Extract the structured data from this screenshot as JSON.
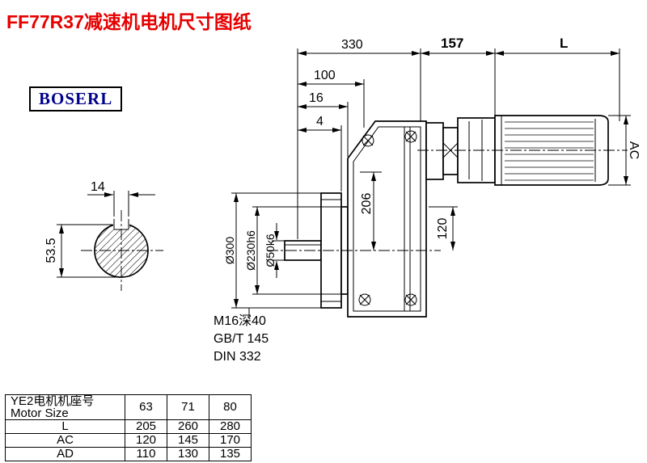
{
  "title": "FF77R37减速机电机尺寸图纸",
  "logo": "BOSERL",
  "drawing": {
    "dims": {
      "len_330": "330",
      "len_157": "157",
      "len_L": "L",
      "len_100": "100",
      "len_16": "16",
      "len_4": "4",
      "height_206": "206",
      "ac": "AC",
      "len_120": "120",
      "flange_od": "Ø300",
      "spigot_od": "Ø230h6",
      "shaft_od": "Ø50k6",
      "key_width": "14",
      "key_height": "53.5",
      "note_tap": "M16深40",
      "note_gb": "GB/T 145",
      "note_din": "DIN 332"
    }
  },
  "table": {
    "header_line1": "YE2电机机座号",
    "header_line2": "Motor Size",
    "sizes": [
      "63",
      "71",
      "80"
    ],
    "rows": [
      {
        "label": "L",
        "values": [
          "205",
          "260",
          "280"
        ]
      },
      {
        "label": "AC",
        "values": [
          "120",
          "145",
          "170"
        ]
      },
      {
        "label": "AD",
        "values": [
          "110",
          "130",
          "135"
        ]
      }
    ]
  }
}
